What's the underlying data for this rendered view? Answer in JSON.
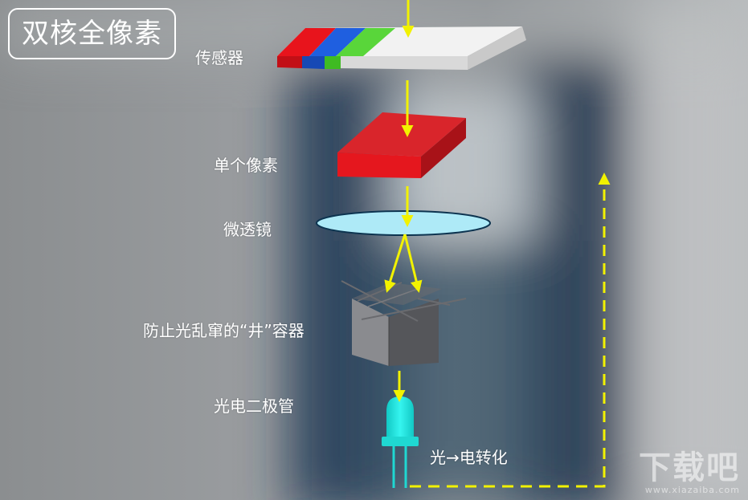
{
  "title": "双核全像素",
  "labels": {
    "sensor": "传感器",
    "single_pixel": "单个像素",
    "microlens": "微透镜",
    "well": "防止光乱窜的“井”容器",
    "photodiode": "光电二极管",
    "conversion": "光→电转化"
  },
  "watermark": {
    "text": "下载吧",
    "site": "www.xiazaiba.com"
  },
  "colors": {
    "arrow": "#f2f200",
    "sensor_red": "#e8141c",
    "sensor_blue": "#1f5fe0",
    "sensor_green": "#59d63a",
    "sensor_white": "#f2f2f2",
    "pixel_red": "#d51920",
    "lens": "#aeeaf7",
    "well": "#5c5c60",
    "diode": "#19e6e0"
  }
}
